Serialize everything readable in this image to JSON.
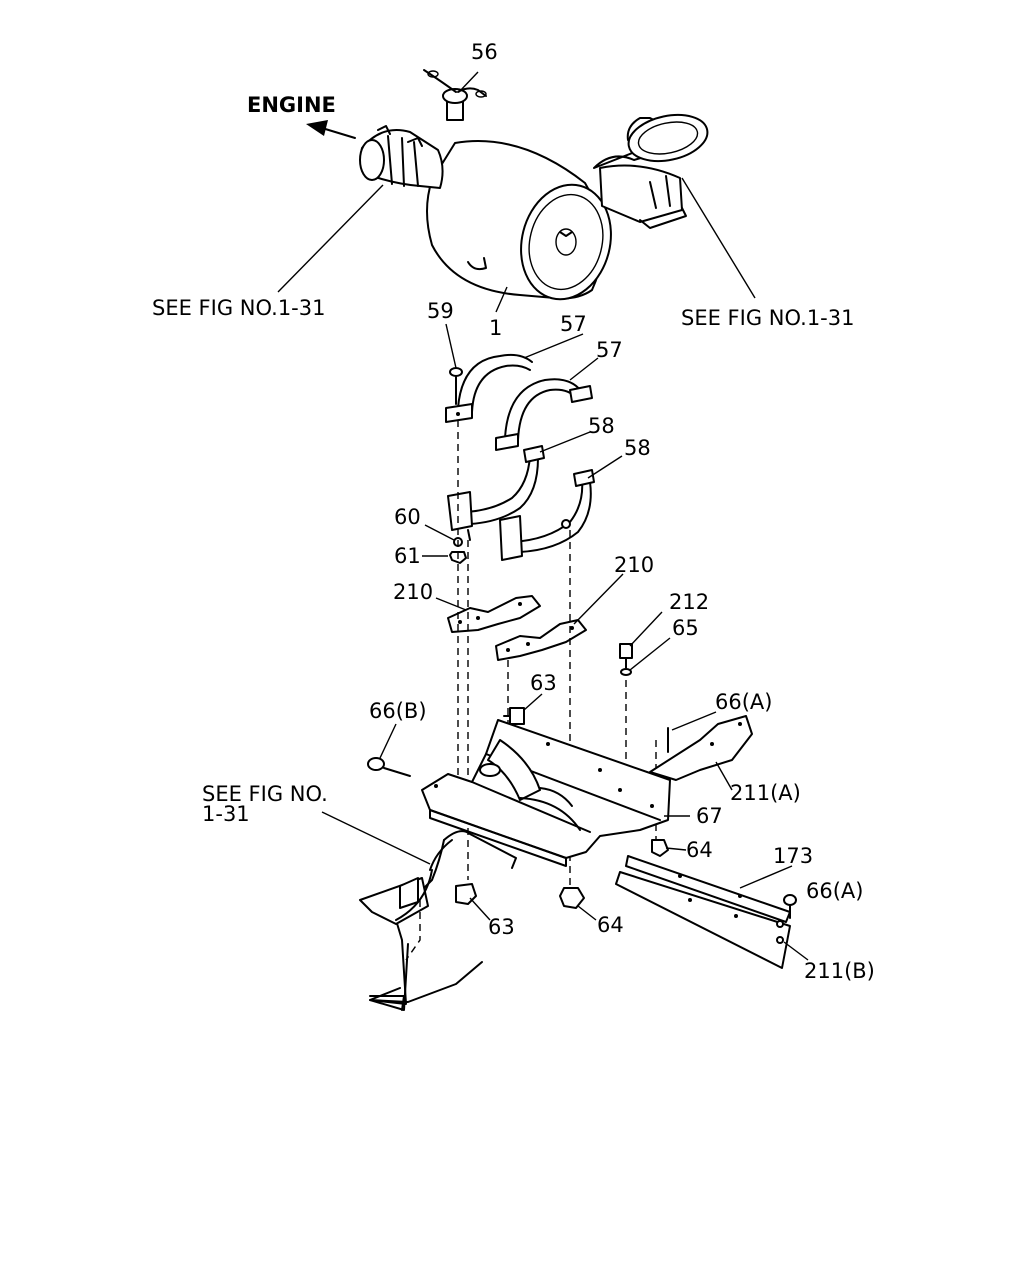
{
  "labels": {
    "engine": "ENGINE",
    "see_fig_left": "SEE FIG NO.1-31",
    "see_fig_right": "SEE FIG NO.1-31",
    "see_fig_bottom_line1": "SEE FIG NO.",
    "see_fig_bottom_line2": "1-31",
    "p1": "1",
    "p56": "56",
    "p57a": "57",
    "p57b": "57",
    "p58a": "58",
    "p58b": "58",
    "p59": "59",
    "p60": "60",
    "p61": "61",
    "p210a": "210",
    "p210b": "210",
    "p212": "212",
    "p65": "65",
    "p63a": "63",
    "p63b": "63",
    "p66b": "66(B)",
    "p66a_top": "66(A)",
    "p66a_bottom": "66(A)",
    "p211a": "211(A)",
    "p211b": "211(B)",
    "p67": "67",
    "p64a": "64",
    "p64b": "64",
    "p173": "173"
  }
}
